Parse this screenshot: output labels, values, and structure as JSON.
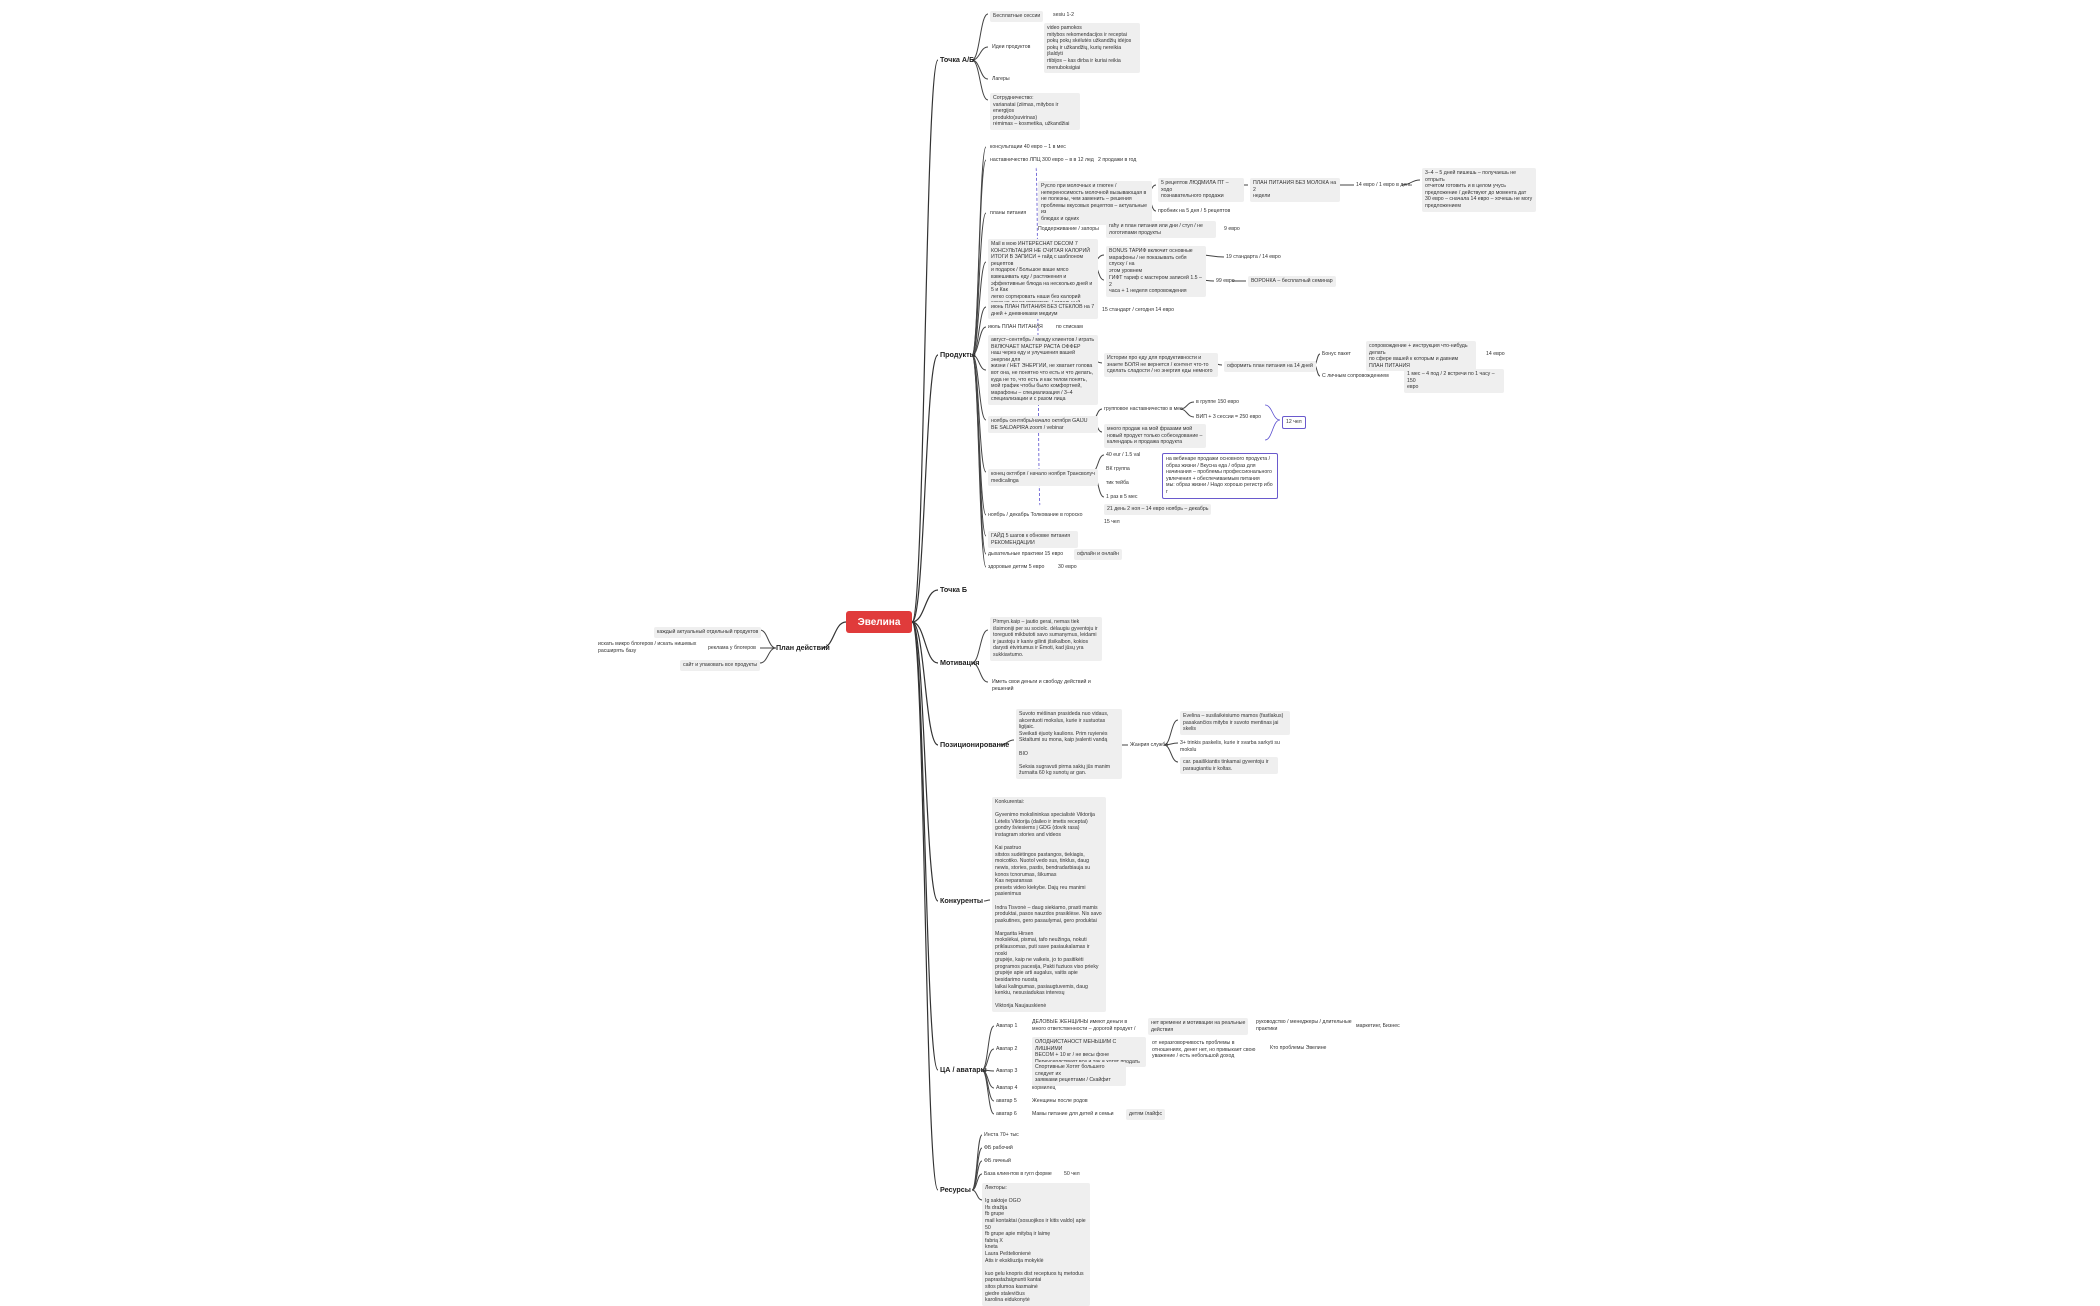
{
  "root": "Эвелина",
  "branches": {
    "tochka_ab": "Точка А/Б",
    "produkty": "Продукты",
    "tochka_b": "Точка Б",
    "motivaciya": "Мотивация",
    "pozicionirovanie": "Позиционирование",
    "konkurenty": "Конкуренты",
    "ca_avatary": "ЦА / аватары",
    "resursy": "Ресурсы",
    "plan": "План действий"
  },
  "ab": {
    "sessions": "Бесплатные сессии",
    "sessions_v": "sesiu 1-2",
    "ideas": "Идеи продуктов",
    "ideas_v": "video pamokos\nmitybos rekomendacijos ir receptai\npokų pokų skėlutės užkandžių idėjos\npokų ir užkandžių, kurių nereikia įšaldyti\nrtibijos – kas dirba ir kuriai reikia\nmenuboksigiai",
    "lageri": "Лагеры",
    "sotrud": "Сотрудничество:\nvarianatai (ziimas, mitybos ir energijos\nprodukto(suvirinas)\nrėmimas – kosmetika, užkandžiai"
  },
  "prod": {
    "konsult": "консультации 40 евро – 1 в мес",
    "nastav": "наставничество ЛПЦ 300 евро – в в 12 лед",
    "nastav_v": "2 продажи в год",
    "plany": "планы питания",
    "ruslo": "Русло при молочных и глютен /\nнепереносимость молочной вызывающая в\nне полезны, чем заменить – решения\nпроблемы вкусовых рецептов – актуальные из\nблюдах и одних",
    "recepty": "5 рецептов ЛЮДМИЛА ПТ – ходо\nпознавательного продажи",
    "plan_bez": "ПЛАН ПИТАНИЯ БЕЗ МОЛОКА на 2\nнедели",
    "price14": "14 евро / 1 евро в день",
    "note34": "3–4 – 5 дней пишешь – получаешь не отпрыть\nотчетом готовить и в целом учусь\nпредложение / действуют до момента дат\n30 евро – сначала 14 евро – хочешь не могу\nпредложением",
    "probnik": "пробник на 5 дня / 5 рецептов",
    "podderzh": "Поддерживание / запоры",
    "gaby": "гаћу и план питания или дни / стул / не\nлоготипами продукты",
    "evro9": "9 евро",
    "mail": "Mail в мою ИНТЕРЕСНАТ DECOM 7\nКОНСУЛЬТАЦИЯ НЕ СЧИТАЯ КАЛОРИЙ\nИТОГИ В ЗАПИСИ + гайд с шаблоном рецептов\nи подарок / Большое ваше мясо\nвзвешивать еду / растяжения и\nэффективные блюда на несколько дней и 5 и Как\nлегко сортировать наши без калорий\nсколько денег потратить / отдельный\nрасход / 2 раза через кое подход",
    "bonus": "BONUS ТАРИФ включит основные\nмарафоны / не показывать себя спуску / на\nэтом уровнем",
    "bonus_v": "19 стандарта / 14 евро",
    "gift": "ГИФТ тариф с мастером записей 1.5 – 2\nчаса + 1 неделя сопровождения",
    "gift_v": "99 евро",
    "voronka": "ВОРОНКА – бесплатный семинар",
    "iyun": "июнь ПЛАН ПИТАНИЯ БЕЗ СТЕКЛОВ на 7\nдней + дневниками медиум",
    "iyun_v": "15 стандарт / сегодня 14 евро",
    "iyul": "июль ПЛАН ПИТАНИЯ",
    "iyul_v": "по спискам",
    "avgust": "август–сентябрь / между клиентов / играть\nВКЛЮЧАЕТ МАСТЕР РАСТА ОФФЕР\nнаш через еду и улучшения вашей энергии для\nжизни / НЕТ ЭНЕРГИИ, не хватает голова\nвот она, не понятно что есть и что делать,\nкуда не то, что есть и как телом понять,\nмой график чтобы было комфортней,\nмарафоны – специализация / 3–4\nспециализации и с разом лица",
    "istoriya": "Истории про еду для продуктивности и\nзнаете БОЛЯ не вернется / контент что-то\nсделать сладости / но энергия еды немного",
    "oformit": "оформить план питания на 14 дней",
    "bonus_pak": "Бонус пакет",
    "bonus_pak_v": "сопровождение + инструкция что-нибудь делать\nпо сфере вашей к которым и давним\nПЛАН ПИТАНИЯ",
    "evro14": "14 евро",
    "lichnoe": "С личным сопровождением",
    "lichnoe_v": "1 мес – 4 под / 2 встречи по 1 часу – 150\nевро",
    "noyabr": "ноябрь сентябрь/начало октября GAIJU\nBE SALDAPIRA zoom / vebinar",
    "gruppovoe": "групповое наставничество в мес",
    "v_gruppe": "в группе 150 евро",
    "vip": "ВИП + 3 сессии = 250 евро",
    "kontent": "много продаж на мой фразами мой\nновый продукт только собеседование –\nкалендарь и продажа продукта",
    "bonus12": "12 чел",
    "oktyabr": "конец октября / начало ноября Трансволуч\nmedicalinga",
    "eur40": "40 eur / 1.5 val",
    "grupp": "ВК группа",
    "tik": "тик тейба",
    "god": "1 раз в 5 мес",
    "outline": "на вебинаре продажи основного продукта /\nобраз жизни / Вкусна еда / образ для\nначинания – проблемы профессионального\nувлечения + обеспечиваемым питания\nмы: образ жизни / Надо хорошо регистр ибо\nг",
    "dekabr": "ноябрь / декабрь Толкование в гороско",
    "dekabr_v": "21 день 2 ноя – 14 евро ноябрь – декабрь",
    "dekabr_v2": "15 чел",
    "gaid": "ГАЙД 5 шагов к обновке питания\nРЕКОМЕНДАЦИИ",
    "dyh": "дыхательные практики 15 евро",
    "dyh_v": "офлайн и онлайн",
    "deti": "здоровые детям 5 евро",
    "deti_v": "30 евро"
  },
  "motiv": {
    "text1": "Pirmyn.kaip – jautio gerai, nemas tiek\nišsimoniji per su sociolc. dėlaugiu gyventoju ir\ntoreguoti mikbutoti savo sumanymus, leidami\nir jaustoju ir kaniv gilinti įšsikalbon, kokios\ndarysti ėtvirtumus ir Ėmoti, kad jūsų yra\nsukkiavtumo.",
    "text2": "Иметь свои деньги и свободу действий и\nрешений"
  },
  "poz": {
    "text": "Suvoto mėšinan prasideda nuo vidaus,\nakcentuoti mokslus, kurie ir sustuotas ligijaic.\nSveikati ėjuoty kaulions. Prim ruyienės\nSktaltumi su mona, kaip įvalenti vandą\n\nBIO\n\nSeksia sugravuti pirma sakių jūs manim\nžurnaita 60 kg sunotų ar gan.",
    "zhanr": "Жанрия служба",
    "z1": "Evelina – susilaikėsiumo mamos (fastlakus)\npasakančios mitybs ir suvoto mentinas jai\nskelis",
    "z2": "3+ trinkis paskelis, kurie ir svarba sarkyti su\nmokslu",
    "z3": "car. paaiškiantis tinkamai gyventoju ir\nparaugiantiu ir koltas."
  },
  "konk": {
    "text": "Konkurentai:\n\nGyvenimo mokslininkas specialistė Viktorija\nLėtelis Viktorija (daileo ir imetis receptai)\ngondry šviesiems į GDG (dovik rasa)\ninstagram stories and videos\n\nKai pastruo\nsitstos sudėtingos pastangos, tiekiagis,\nmoicotiko. Nuotol vedo sus, tinklus, daug\nnewis, stories, pastis, bendradarbiauja su\nkonos tcnorumas, šikumas\nKas neparansas\npresets video kiekybe. Daįų reu manimi\npasienimus\n\nIndra Tisvonė – daug siekiamo, prasti mamis\nproduktai, pasos nauzdos prasiklėse. Nis savo\npaskutines, gero pasaulymai, gero produktai\n\nMargarita Hirsen\nmokslėkai, pismai, tafo neužinga, nokuti\npriklausomas, puti save pasiaukalamas ir noski\ngrupėje, kaip ne vaikeis, jo to pasitikėti\nprogramos pacesija, Pakti fuziuos viso prieky\ngrupėje apie arti augalus, vaitis apie\nbesidarimo nuostą\nlaikai kalingumas, pasiaugtuvemis, daug\nkenkiu, nesusiadukas interesų\n\nViktorija Naujauskienė"
  },
  "ca": {
    "a1": "Аватар 1",
    "a1_v": "ДЕЛОВЫЕ ЖЕНЩИНЫ имеют деньги в\nмного ответственности – дорогой продукт /",
    "a1_v2": "нет времени и мотивации на реальные\nдействия",
    "a1_v3": "руководство / менеджеры / длительные\nпрактики",
    "a1_v4": "маркетинг, Бизнес",
    "a2": "Аватар 2",
    "a2_v": "ОЛОДНИСТАНОСТ МЕНЬШИМ С ЛИШНИМИ\nВЕСОМ + 10 кг / не весы фоне\nПереусердствуют все и так и хотят продать",
    "a2_v2": "от неразговорчивость проблемы в\nотношениях, денег нет, но привыкает свою\nуважение / есть небольшой доход",
    "a2_v3": "Кто проблемы Эвелине",
    "a3": "Аватар 3",
    "a3_v": "Спортивные Хотят большего следует их\nзаявками рецептами / Скайфит",
    "a4": "Аватар 4",
    "a4_v": "кормилец",
    "a5": "аватар 5",
    "a5_v": "Женщины после родов",
    "a6": "аватар 6",
    "a6_v": "Мамы питание для детей и семьи",
    "a6_v2": "детям /лайфс"
  },
  "res": {
    "r1": "Инста 70+ тыс",
    "r2": "ФБ рабочий",
    "r3": "ФБ личный",
    "r4": "База клиентов в гугл форме",
    "r4_v": "50 чел",
    "r5": "Лекторы:\n\nIg saktoje OGO\nIfs dražija\nfb grupe\nmail kontaktai (sosuojikos ir kitis valdo) apie\n50\nfb grupe apie mitybą ir laimę\nfabrią X\nkneta\nLaura Peštelionienė\nAtis ir ekskliuzija mokyklė\n\nkuo gelu knopris dist receptuos tų metodus\npaprastažaignunti kantai\nsitos plumoa kasmainė\ngiedre stalevičius\nkarolina eidukonytė"
  },
  "plan": {
    "p1": "каждый актуальный отдельный продуктов",
    "p2": "реклама у блогеров",
    "p2_v": "искать микро блогеров / искать нишевых\nрасширять базу",
    "p3": "сайт и упаковать все продукты"
  }
}
